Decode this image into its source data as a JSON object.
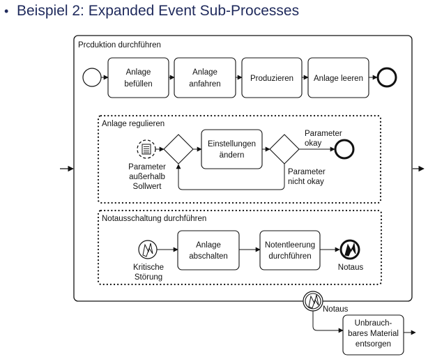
{
  "slide": {
    "bullet": "•",
    "title": "Beispiel 2: Expanded Event Sub-Processes"
  },
  "diagram": {
    "main_process": {
      "label": "Prcduktion durchführen",
      "tasks": [
        {
          "line1": "Anlage",
          "line2": "befüllen"
        },
        {
          "line1": "Anlage",
          "line2": "anfahren"
        },
        {
          "line1": "Produzieren",
          "line2": ""
        },
        {
          "line1": "Anlage leeren",
          "line2": ""
        }
      ]
    },
    "sub_process_1": {
      "label": "Anlage regulieren",
      "start_event": {
        "line1": "Parameter",
        "line2": "außerhalb",
        "line3": "Sollwert",
        "icon": "conditional-icon"
      },
      "task": {
        "line1": "Einstellungen",
        "line2": "ändern"
      },
      "flow_ok": {
        "line1": "Parameter",
        "line2": "okay"
      },
      "flow_not_ok": {
        "line1": "Parameter",
        "line2": "nicht okay"
      }
    },
    "sub_process_2": {
      "label": "Notausschaltung durchführen",
      "start_event": {
        "line1": "Kritische",
        "line2": "Störung",
        "icon": "error-icon"
      },
      "tasks": [
        {
          "line1": "Anlage",
          "line2": "abschalten"
        },
        {
          "line1": "Notentleerung",
          "line2": "durchführen"
        }
      ],
      "end_event": {
        "label": "Notaus",
        "icon": "error-end-icon"
      }
    },
    "boundary_event": {
      "label": "Notaus",
      "icon": "error-icon"
    },
    "compensation_task": {
      "line1": "Unbrauch-",
      "line2": "bares Material",
      "line3": "entsorgen"
    }
  }
}
